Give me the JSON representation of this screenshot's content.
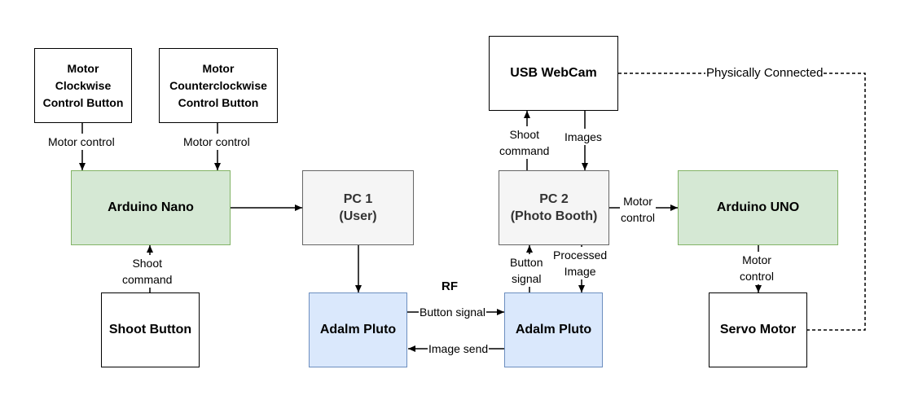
{
  "nodes": {
    "motor_cw_button": "Motor\nClockwise\nControl Button",
    "motor_ccw_button": "Motor\nCounterclockwise\nControl Button",
    "arduino_nano": "Arduino Nano",
    "shoot_button": "Shoot Button",
    "pc1": "PC 1\n(User)",
    "adalm_pluto_1": "Adalm Pluto",
    "usb_webcam": "USB WebCam",
    "pc2": "PC 2\n(Photo Booth)",
    "adalm_pluto_2": "Adalm Pluto",
    "arduino_uno": "Arduino UNO",
    "servo_motor": "Servo Motor"
  },
  "edge_labels": {
    "motor_control_cw": "Motor control",
    "motor_control_ccw": "Motor control",
    "shoot_command_nano": "Shoot\ncommand",
    "shoot_command_webcam": "Shoot\ncommand",
    "images": "Images",
    "motor_control_uno": "Motor\ncontrol",
    "button_signal_pc2": "Button\nsignal",
    "processed_image": "Processed\nImage",
    "motor_control_servo": "Motor\ncontrol",
    "button_signal_rf": "Button signal",
    "image_send": "Image send",
    "physically_connected": "Physically Connected"
  },
  "rf_label": "RF",
  "colors": {
    "green_fill": "#d5e8d4",
    "green_stroke": "#82b366",
    "gray_fill": "#f5f5f5",
    "gray_stroke": "#666666",
    "blue_fill": "#dae8fc",
    "blue_stroke": "#6c8ebf"
  }
}
